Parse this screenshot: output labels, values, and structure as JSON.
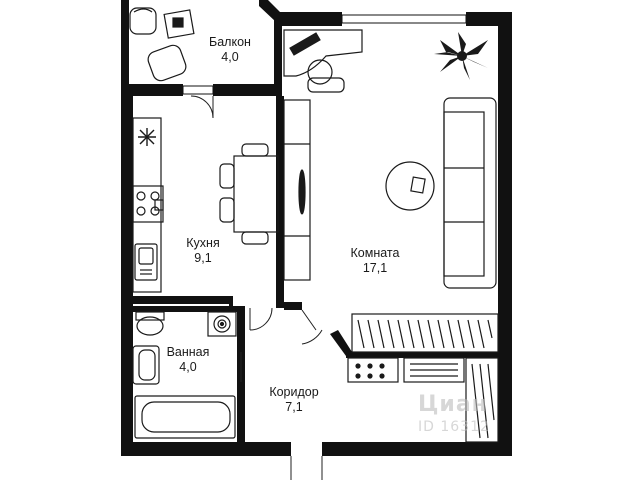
{
  "colors": {
    "wall": "#111111",
    "line": "#222222",
    "accent": "#1a1a1a",
    "watermark": "#bdbdbd"
  },
  "rooms": {
    "balcony": {
      "name": "Балкон",
      "area": "4,0"
    },
    "room": {
      "name": "Комната",
      "area": "17,1"
    },
    "kitchen": {
      "name": "Кухня",
      "area": "9,1"
    },
    "bathroom": {
      "name": "Ванная",
      "area": "4,0"
    },
    "corridor": {
      "name": "Коридор",
      "area": "7,1"
    }
  },
  "furniture": [
    "balcony-armchair-icon",
    "balcony-table-icon",
    "desk-icon",
    "desk-chair-icon",
    "plant-icon",
    "sofa-icon",
    "round-table-icon",
    "tv-unit-icon",
    "dining-table-icon",
    "dining-chair-icon",
    "kitchen-stove-icon",
    "kitchen-sink-icon",
    "exhaust-fan-icon",
    "toilet-icon",
    "washing-machine-icon",
    "washbasin-icon",
    "bathtub-icon",
    "wardrobe-icon",
    "shoe-cabinet-icon"
  ],
  "watermark": {
    "logo": "Циан",
    "id": "ID 16312"
  }
}
